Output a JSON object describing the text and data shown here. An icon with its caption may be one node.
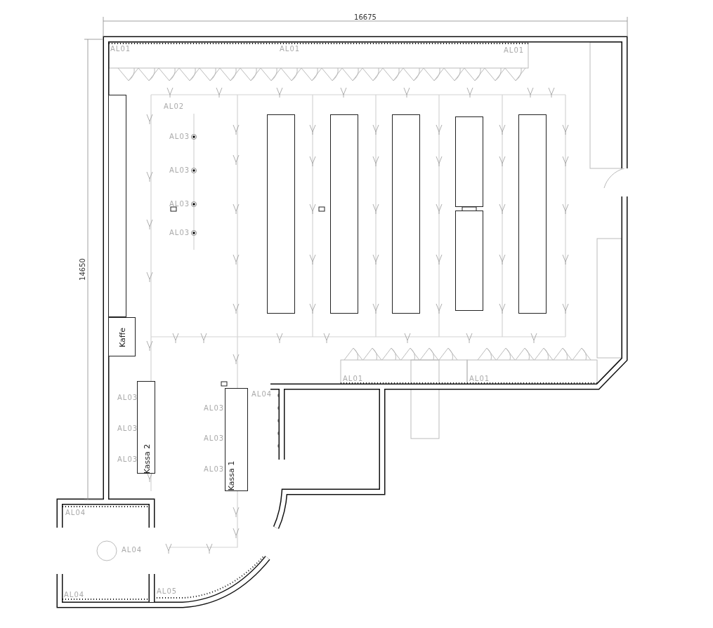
{
  "diagram": {
    "nodes": [
      {
        "text": [],
        "shape": "box"
      },
      {
        "text": [],
        "shape": "box"
      },
      {
        "text": [],
        "shape": "box"
      },
      {
        "text": [],
        "shape": "box"
      },
      {
        "text": [],
        "shape": "box"
      },
      {
        "text": [],
        "shape": "box"
      },
      {
        "text": [],
        "shape": "box"
      },
      {
        "text": [
          "Kaffe"
        ]
      },
      {
        "text": [
          "Kassa 2"
        ]
      },
      {
        "text": [
          "Kassa 1"
        ]
      }
    ],
    "labels": [
      "16675",
      "AL01",
      "AL01",
      "AL01",
      "AL02",
      "AL03",
      "AL03",
      "AL03",
      "AL03",
      "14650",
      "AL01",
      "AL01",
      "AL04",
      "AL03",
      "AL03",
      "AL03",
      "AL03",
      "AL03",
      "AL03",
      "AL04",
      "AL04",
      "AL04",
      "AL05"
    ]
  }
}
